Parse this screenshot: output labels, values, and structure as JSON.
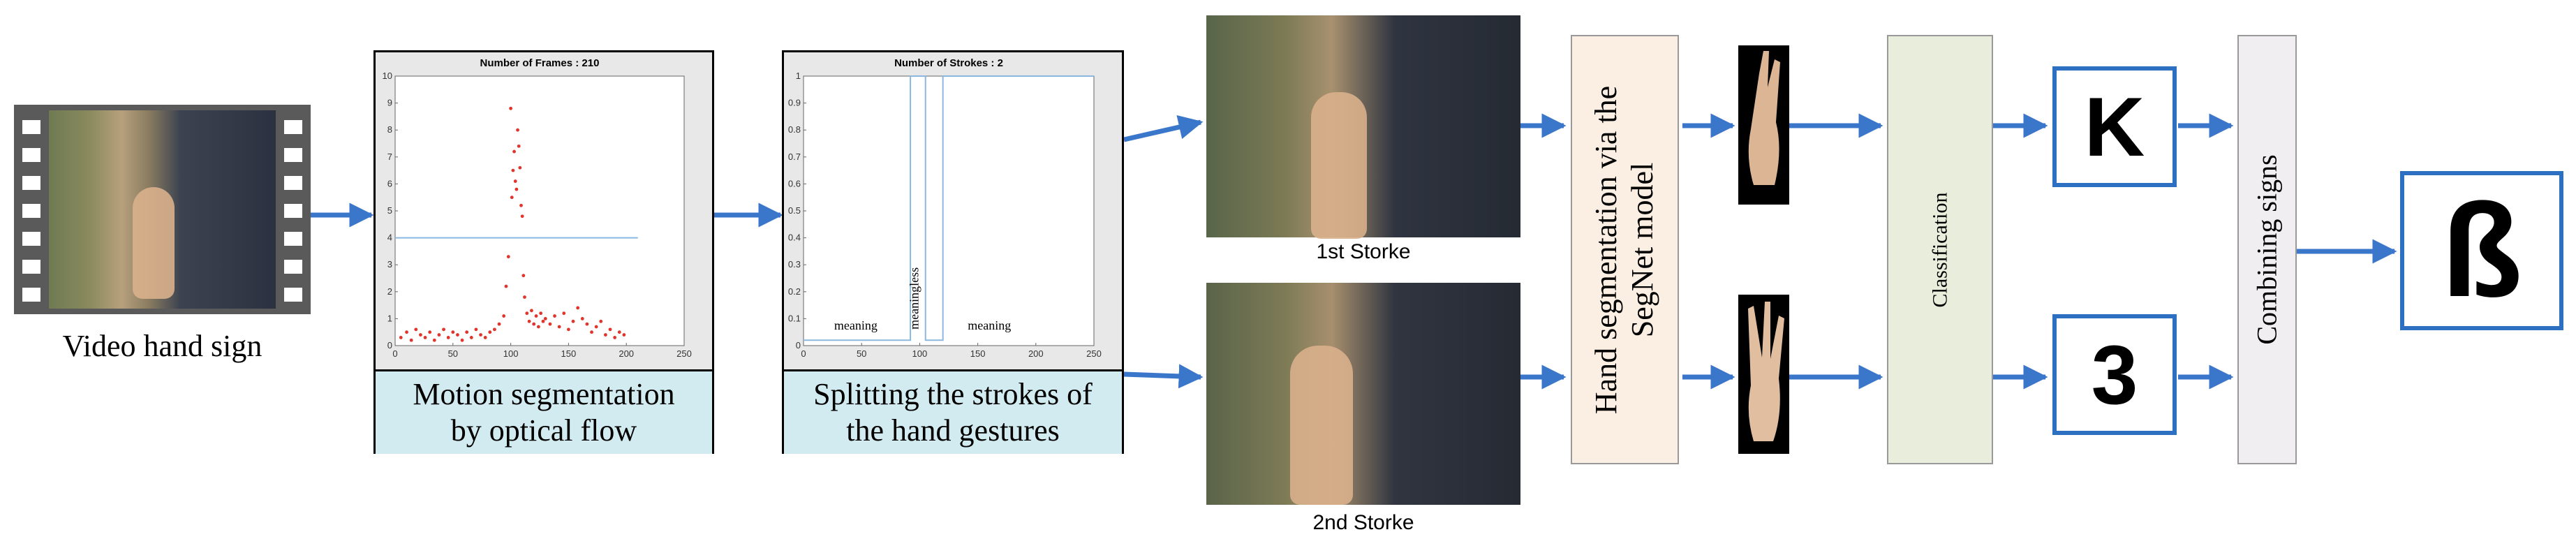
{
  "colors": {
    "arrow": "#3a76c9",
    "panel_caption_bg": "#d2ebf0",
    "segnet_bg": "#fbeee2",
    "classification_bg": "#e8eddc",
    "combining_bg": "#f1eef2",
    "output_border": "#2d6fc0",
    "threshold_line": "#8ab8e0",
    "scatter_point": "#e0342c"
  },
  "input": {
    "caption": "Video hand sign"
  },
  "motion": {
    "plot_title": "Number of Frames  : 210",
    "caption_line1": "Motion segmentation",
    "caption_line2": "by optical flow",
    "x_ticks": [
      "0",
      "50",
      "100",
      "150",
      "200",
      "250"
    ],
    "y_ticks": [
      "0",
      "1",
      "2",
      "3",
      "4",
      "5",
      "6",
      "7",
      "8",
      "9",
      "10"
    ],
    "threshold": 4
  },
  "strokes": {
    "plot_title": "Number of Strokes  : 2",
    "caption_line1": "Splitting the strokes of",
    "caption_line2": "the hand gestures",
    "x_ticks": [
      "0",
      "50",
      "100",
      "150",
      "200",
      "250"
    ],
    "y_ticks": [
      "0",
      "0.1",
      "0.2",
      "0.3",
      "0.4",
      "0.5",
      "0.6",
      "0.7",
      "0.8",
      "0.9",
      "1"
    ],
    "label_left": "meaning",
    "label_middle": "meaningless",
    "label_right": "meaning"
  },
  "stroke_frames": {
    "first_caption": "1st Storke",
    "second_caption": "2nd  Storke"
  },
  "segnet": {
    "label_line1": "Hand segmentation via the",
    "label_line2": "SegNet model"
  },
  "classification": {
    "label": "Classification"
  },
  "outputs": {
    "first": "K",
    "second": "3"
  },
  "combining": {
    "label": "Combining signs"
  },
  "result": {
    "symbol": "ß"
  },
  "chart_data": [
    {
      "type": "scatter",
      "title": "Number of Frames  : 210",
      "xlim": [
        0,
        250
      ],
      "ylim": [
        0,
        10
      ],
      "threshold": 4,
      "x": [
        5,
        10,
        14,
        18,
        22,
        26,
        30,
        34,
        38,
        42,
        46,
        50,
        54,
        58,
        62,
        66,
        70,
        74,
        78,
        82,
        86,
        90,
        94,
        96,
        98,
        100,
        101,
        102,
        103,
        104,
        105,
        106,
        107,
        108,
        109,
        110,
        111,
        112,
        114,
        116,
        118,
        120,
        122,
        124,
        126,
        128,
        130,
        134,
        138,
        142,
        146,
        150,
        154,
        158,
        162,
        166,
        170,
        174,
        178,
        182,
        186,
        190,
        194,
        198
      ],
      "y": [
        0.3,
        0.5,
        0.2,
        0.6,
        0.4,
        0.3,
        0.5,
        0.2,
        0.4,
        0.6,
        0.3,
        0.5,
        0.4,
        0.2,
        0.5,
        0.3,
        0.6,
        0.4,
        0.3,
        0.5,
        0.6,
        0.8,
        1.1,
        2.2,
        3.3,
        8.8,
        5.5,
        6.5,
        7.2,
        6.1,
        5.8,
        8.0,
        7.4,
        6.6,
        5.2,
        4.8,
        2.6,
        1.8,
        1.2,
        0.9,
        1.3,
        0.8,
        1.1,
        0.7,
        1.2,
        0.9,
        1.0,
        0.8,
        1.1,
        0.7,
        1.2,
        0.6,
        0.9,
        1.4,
        1.0,
        0.8,
        0.5,
        0.7,
        0.9,
        0.4,
        0.6,
        0.3,
        0.5,
        0.4
      ]
    },
    {
      "type": "line",
      "title": "Number of Strokes  : 2",
      "xlim": [
        0,
        250
      ],
      "ylim": [
        0,
        1
      ],
      "x": [
        0,
        92,
        92,
        105,
        105,
        120,
        120,
        250
      ],
      "y": [
        0.02,
        0.02,
        1,
        1,
        0.02,
        0.02,
        1,
        1
      ],
      "segments": [
        "meaning",
        "meaningless",
        "meaning"
      ]
    }
  ]
}
